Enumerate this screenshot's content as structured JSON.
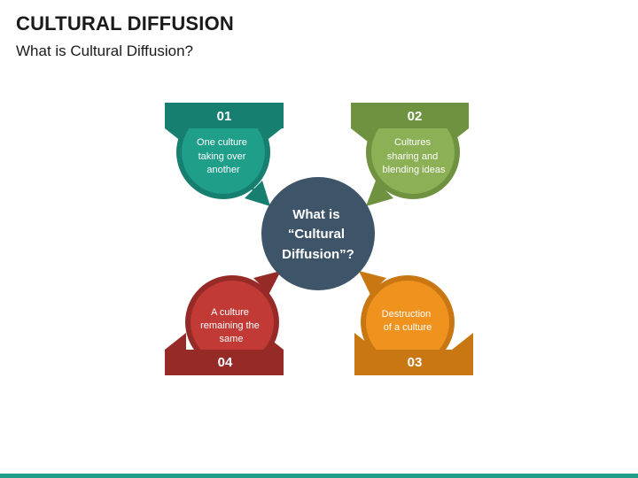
{
  "header": {
    "title": "CULTURAL DIFFUSION",
    "subtitle": "What is Cultural Diffusion?"
  },
  "center": {
    "lines": [
      "What is",
      "“Cultural",
      "Diffusion”?"
    ],
    "color": "#3e5468"
  },
  "items": [
    {
      "number": "01",
      "lines": [
        "One culture",
        "taking over",
        "another"
      ],
      "color": "#1f9e8a",
      "dark": "#177f6f"
    },
    {
      "number": "02",
      "lines": [
        "Cultures",
        "sharing and",
        "blending ideas"
      ],
      "color": "#8cb055",
      "dark": "#6f9240"
    },
    {
      "number": "03",
      "lines": [
        "Destruction",
        "of a culture"
      ],
      "color": "#f0921e",
      "dark": "#c97713"
    },
    {
      "number": "04",
      "lines": [
        "A culture",
        "remaining the",
        "same"
      ],
      "color": "#c23a36",
      "dark": "#952a27"
    }
  ],
  "footer": {
    "accent": "#1f9e8a"
  }
}
